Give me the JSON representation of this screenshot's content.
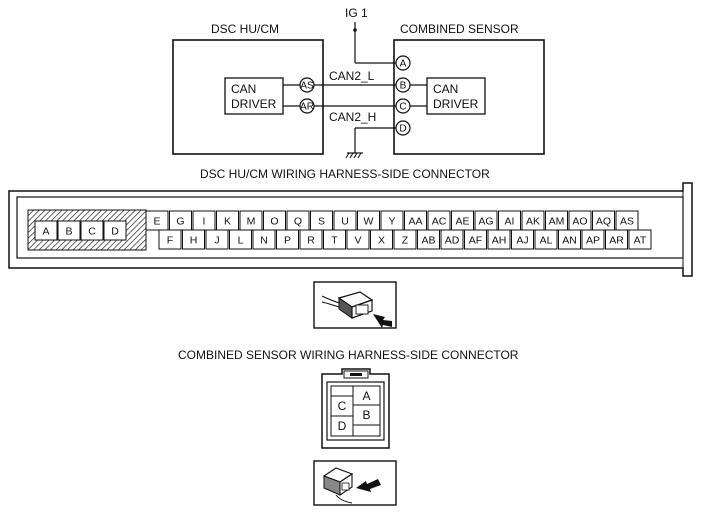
{
  "wiring": {
    "dsc_title": "DSC HU/CM",
    "sensor_title": "COMBINED SENSOR",
    "ig_label": "IG 1",
    "dsc_driver": [
      "CAN",
      "DRIVER"
    ],
    "sensor_driver": [
      "CAN",
      "DRIVER"
    ],
    "dsc_pins": [
      "AS",
      "AR"
    ],
    "sensor_pins": [
      "A",
      "B",
      "C",
      "D"
    ],
    "wire_labels": [
      "CAN2_L",
      "CAN2_H"
    ]
  },
  "dsc_connector": {
    "title": "DSC HU/CM WIRING HARNESS-SIDE CONNECTOR",
    "hatched_pins": [
      "A",
      "B",
      "C",
      "D"
    ],
    "top_row": [
      "E",
      "G",
      "I",
      "K",
      "M",
      "O",
      "Q",
      "S",
      "U",
      "W",
      "Y",
      "AA",
      "AC",
      "AE",
      "AG",
      "AI",
      "AK",
      "AM",
      "AO",
      "AQ",
      "AS"
    ],
    "bottom_row": [
      "F",
      "H",
      "J",
      "L",
      "N",
      "P",
      "R",
      "T",
      "V",
      "X",
      "Z",
      "AB",
      "AD",
      "AF",
      "AH",
      "AJ",
      "AL",
      "AN",
      "AP",
      "AR",
      "AT"
    ]
  },
  "sensor_connector": {
    "title": "COMBINED SENSOR WIRING HARNESS-SIDE CONNECTOR",
    "pins": [
      "A",
      "B",
      "C",
      "D"
    ]
  }
}
